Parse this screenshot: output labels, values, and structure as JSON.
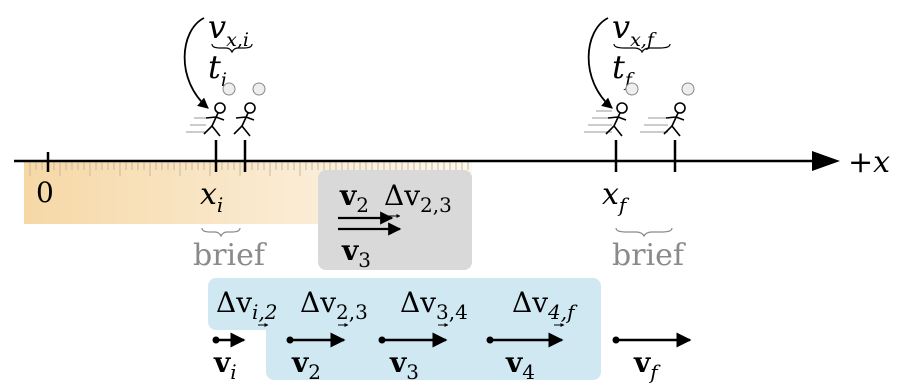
{
  "axis": {
    "label": "+x",
    "origin_label": "0",
    "xi_label": "x",
    "xi_sub": "i",
    "xf_label": "x",
    "xf_sub": "f"
  },
  "runner_i": {
    "velocity": "v",
    "velocity_sub": "x,i",
    "time": "t",
    "time_sub": "i"
  },
  "runner_f": {
    "velocity": "v",
    "velocity_sub": "x,f",
    "time": "t",
    "time_sub": "f"
  },
  "brief_left": "brief",
  "brief_right": "brief",
  "grey_box": {
    "v2": "v",
    "v2_sub": "2",
    "dv": "Δv",
    "dv_sub": "2,3",
    "v3": "v",
    "v3_sub": "3"
  },
  "blue_box": {
    "deltas": [
      {
        "sym": "Δv",
        "sub": "i,2"
      },
      {
        "sym": "Δv",
        "sub": "2,3"
      },
      {
        "sym": "Δv",
        "sub": "3,4"
      },
      {
        "sym": "Δv",
        "sub": "4,f"
      }
    ],
    "vectors": [
      {
        "sym": "v",
        "sub": "i"
      },
      {
        "sym": "v",
        "sub": "2"
      },
      {
        "sym": "v",
        "sub": "3"
      },
      {
        "sym": "v",
        "sub": "4"
      },
      {
        "sym": "v",
        "sub": "f"
      }
    ]
  },
  "colors": {
    "ruler_fill_start": "#f7dcb0",
    "ruler_fill_end": "#fdf7ee",
    "grey_box": "#d9d9d9",
    "blue_box": "#cfe8f2",
    "axis": "#000000",
    "brief_text": "#8a8a8a"
  }
}
